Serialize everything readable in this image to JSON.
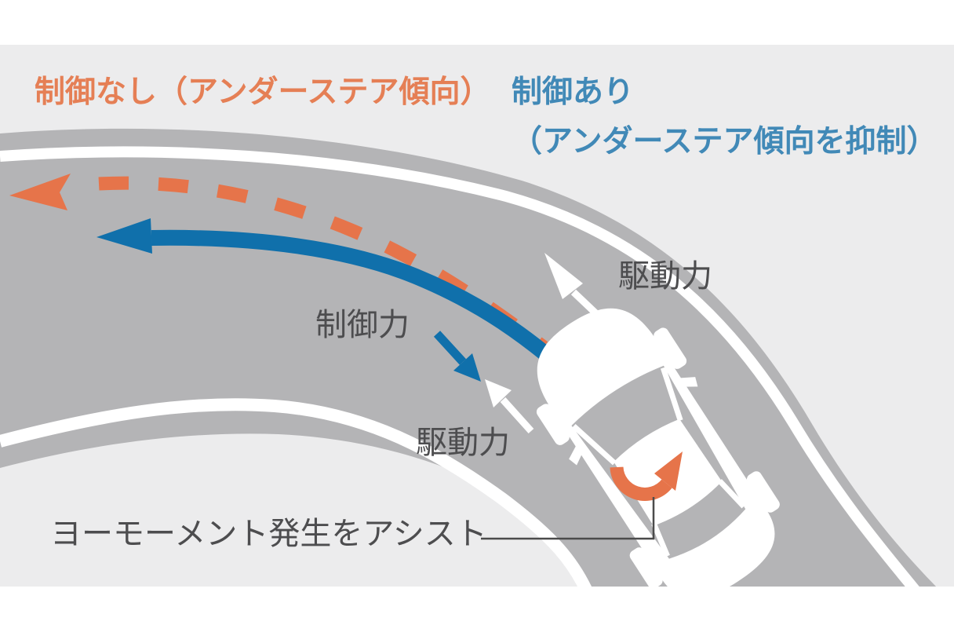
{
  "figure": {
    "description_no_control": "制御なし（アンダーステア傾向）",
    "description_with_control_line1": "制御あり",
    "description_with_control_line2": "（アンダーステア傾向を抑制）",
    "label_control_force": "制御力",
    "label_driving_force_outer": "駆動力",
    "label_driving_force_inner": "駆動力",
    "label_yaw_assist": "ヨーモーメント発生をアシスト"
  },
  "colors": {
    "orange": "#E6744A",
    "orange_title": "#E57F55",
    "blue": "#1070AB",
    "blue_title": "#4189B7",
    "road": "#B4B4B6",
    "canvas_bg": "#ECECED",
    "page_bg": "#FFFFFF",
    "white": "#FFFFFF",
    "text_dark": "#4D4D4F",
    "connector": "#4B4B4B"
  }
}
